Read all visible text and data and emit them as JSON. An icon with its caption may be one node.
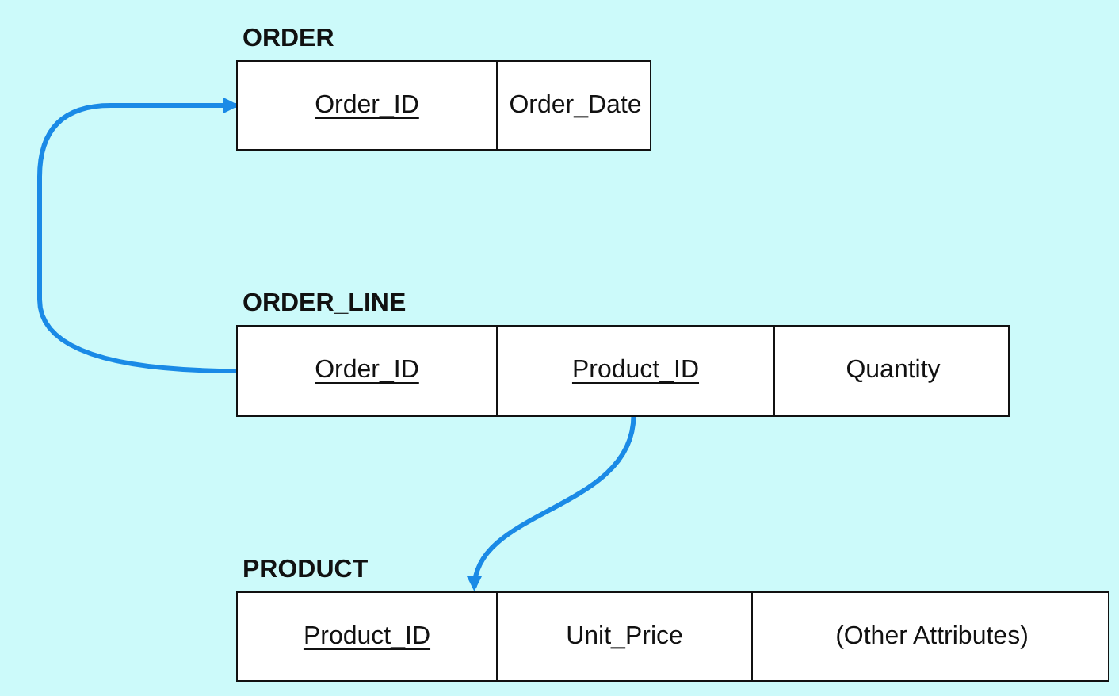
{
  "diagram": {
    "nodes": [
      {
        "text": [
          "ORDER"
        ]
      },
      {
        "text": [
          "Order_ID"
        ],
        "in": 0
      },
      {
        "text": [
          "Order_Date"
        ],
        "in": 0
      },
      {
        "text": [
          "ORDER_LINE"
        ]
      },
      {
        "text": [
          "Order_ID"
        ],
        "in": 3
      },
      {
        "text": [
          "Product_ID"
        ],
        "in": 3
      },
      {
        "text": [
          "Quantity"
        ],
        "in": 3
      },
      {
        "text": [
          "PRODUCT"
        ]
      },
      {
        "text": [
          "Product_ID"
        ],
        "in": 7
      },
      {
        "text": [
          "Unit_Price"
        ],
        "in": 7
      },
      {
        "text": [
          "(Other Attributes)"
        ],
        "in": 7
      }
    ],
    "edges": [
      {
        "from": 4,
        "to": 1,
        "arrow": "to"
      },
      {
        "from": 5,
        "to": 8,
        "arrow": "to"
      }
    ]
  }
}
